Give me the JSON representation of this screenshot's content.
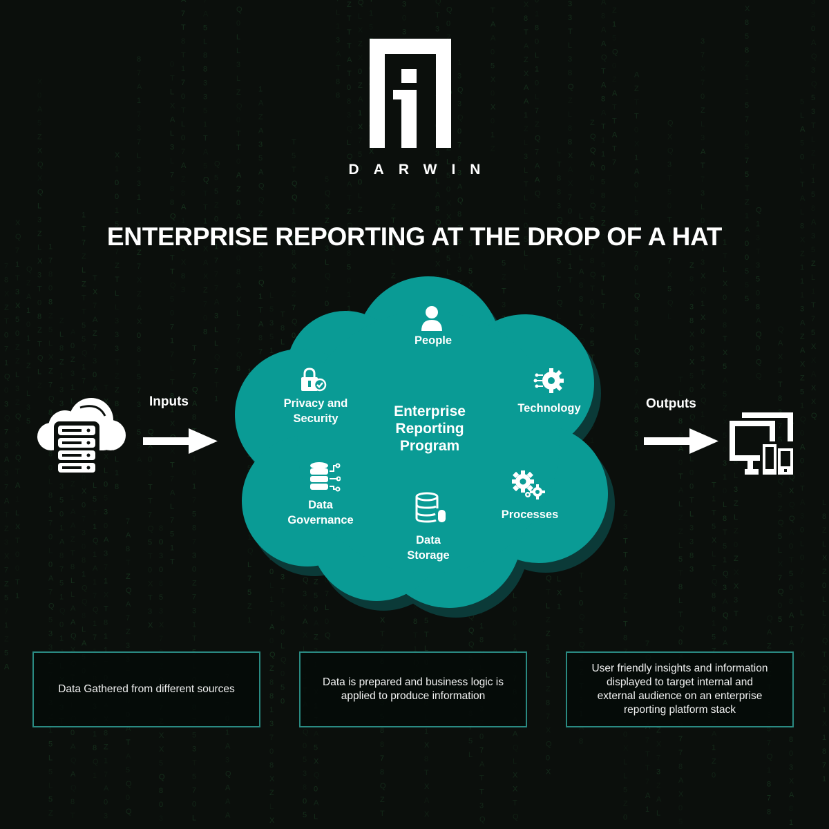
{
  "brand": {
    "name": "DARWIN"
  },
  "headline": "ENTERPRISE REPORTING AT THE DROP OF A HAT",
  "diagram": {
    "inputs_label": "Inputs",
    "outputs_label": "Outputs",
    "center": "Enterprise\nReporting\nProgram",
    "nodes": {
      "people": "People",
      "technology": "Technology",
      "privacy": "Privacy and\nSecurity",
      "governance": "Data\nGovernance",
      "storage": "Data\nStorage",
      "processes": "Processes"
    }
  },
  "boxes": [
    {
      "text": "Data Gathered from different sources"
    },
    {
      "text": "Data is prepared and business logic is applied to produce information"
    },
    {
      "text": "User friendly insights and information displayed to target internal and external audience on an enterprise reporting platform stack"
    }
  ],
  "colors": {
    "cloud": "#0a9b95",
    "cloud_shadow": "#0b3a38",
    "background": "#0b0f0c",
    "box_border": "#2a8a82"
  }
}
